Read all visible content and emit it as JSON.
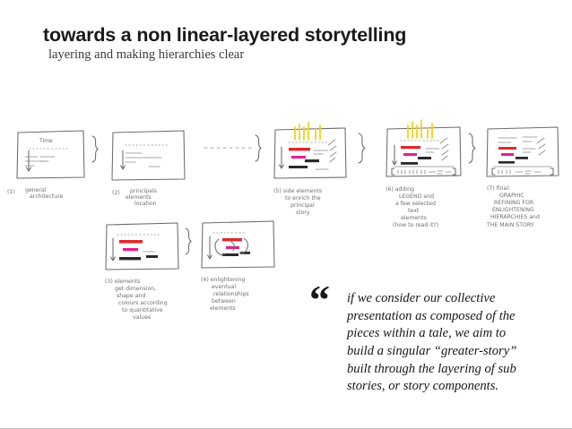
{
  "slide": {
    "title": "towards a non linear-layered storytelling",
    "subtitle": "layering and making hierarchies clear",
    "background_color": "#ffffff"
  },
  "quote": {
    "mark": "“",
    "text": "if we consider our collective presentation as composed of the pieces within a tale, we aim to build a singular “greater-story” built through the layering of sub stories, or story components."
  },
  "sketch": {
    "ink_color": "#6b6b6b",
    "accent_colors": {
      "red": "#e02828",
      "magenta": "#e81c8e",
      "yellow": "#f5d21e",
      "dark": "#2a2a2a"
    },
    "panels": [
      {
        "id": "panel-1",
        "number": "(1)",
        "caption_lines": [
          "(1)  general",
          "architecture"
        ],
        "inner_label": "Time"
      },
      {
        "id": "panel-2",
        "number": "(2)",
        "caption_lines": [
          "(2)  principals",
          "elements",
          "location"
        ],
        "inner_label": ""
      },
      {
        "id": "panel-3",
        "number": "(3)",
        "caption_lines": [
          "(3) elements",
          "get dimension,",
          "shape and",
          "colours according",
          "to quantitative",
          "values"
        ],
        "inner_label": ""
      },
      {
        "id": "panel-4",
        "number": "(4)",
        "caption_lines": [
          "(4) enlightening",
          "eventual",
          "relationships",
          "between",
          "elements"
        ],
        "inner_label": ""
      },
      {
        "id": "panel-5",
        "number": "(5)",
        "caption_lines": [
          "(5) side elements",
          "to enrich the",
          "principal",
          "story"
        ],
        "inner_label": ""
      },
      {
        "id": "panel-6",
        "number": "(6)",
        "caption_lines": [
          "(6) adding",
          "LEGEND and",
          "a few selected",
          "text",
          "elements",
          "(how to read it?)"
        ],
        "inner_label": ""
      },
      {
        "id": "panel-7",
        "number": "(7)",
        "caption_lines": [
          "(7) final:",
          "GRAPHIC",
          "REFINING FOR",
          "ENLIGHTENING",
          "HIERARCHIES and",
          "THE MAIN STORY"
        ],
        "inner_label": ""
      }
    ],
    "braces": [
      "brace-1",
      "brace-2",
      "brace-3",
      "brace-4"
    ],
    "connectors": [
      "dotted-connector"
    ]
  }
}
